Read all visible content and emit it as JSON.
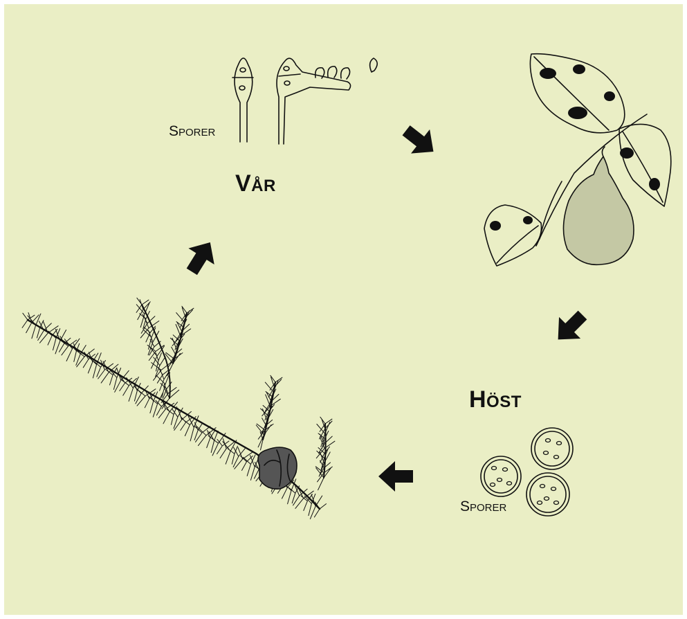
{
  "colors": {
    "background": "#eaeec5",
    "ink": "#111111"
  },
  "labels": {
    "spring": "Vår",
    "autumn": "Höst",
    "spores_spring": "Sporer",
    "spores_autumn": "Sporer"
  },
  "icons": [
    "arrow-icon",
    "basidia-spores-icon",
    "pear-leaves-icon",
    "aeciospores-icon",
    "juniper-branch-icon"
  ]
}
